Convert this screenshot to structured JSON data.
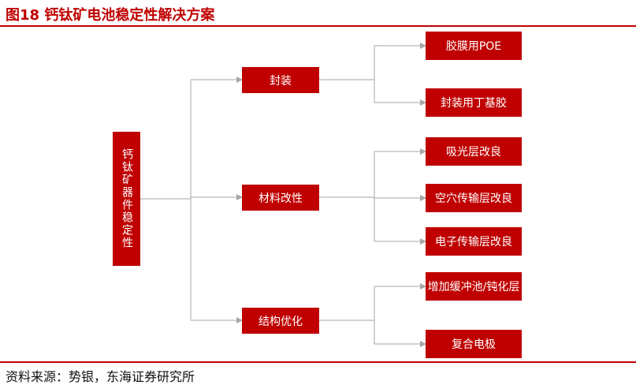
{
  "header": {
    "title": "图18  钙钛矿电池稳定性解决方案"
  },
  "footer": {
    "source": "资料来源：势银，东海证券研究所"
  },
  "diagram": {
    "root": {
      "label": "钙钛矿器件稳定性"
    },
    "branches": [
      {
        "label": "封装",
        "children": [
          "胶膜用POE",
          "封装用丁基胶"
        ]
      },
      {
        "label": "材料改性",
        "children": [
          "吸光层改良",
          "空穴传输层改良",
          "电子传输层改良"
        ]
      },
      {
        "label": "结构优化",
        "children": [
          "增加缓冲池/钝化层",
          "复合电极"
        ]
      }
    ]
  },
  "colors": {
    "accent": "#c00000",
    "connector": "#a6a6a6"
  }
}
